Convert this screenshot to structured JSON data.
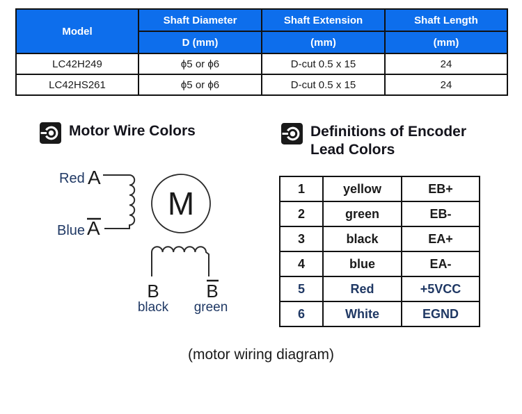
{
  "colors": {
    "header_blue": "#0d6eec",
    "navy_text": "#1f3864",
    "border_black": "#111111"
  },
  "spec_table": {
    "header": {
      "model": "Model",
      "col1_title": "Shaft Diameter",
      "col1_sub": "D (mm)",
      "col2_title": "Shaft Extension",
      "col2_sub": "(mm)",
      "col3_title": "Shaft Length",
      "col3_sub": "(mm)"
    },
    "rows": [
      [
        "LC42H249",
        "ϕ5 or ϕ6",
        "D-cut 0.5 x 15",
        "24"
      ],
      [
        "LC42HS261",
        "ϕ5 or ϕ6",
        "D-cut 0.5 x 15",
        "24"
      ]
    ]
  },
  "sections": {
    "motor_wire_title": "Motor Wire Colors",
    "encoder_title_line1": "Definitions of Encoder",
    "encoder_title_line2": "Lead Colors"
  },
  "wiring_diagram": {
    "phase_a_pos_color": "Red",
    "phase_a_pos_terminal": "A",
    "phase_a_neg_color": "Blue",
    "phase_a_neg_terminal": "A",
    "motor_letter": "M",
    "phase_b_pos_terminal": "B",
    "phase_b_neg_terminal": "B",
    "phase_b_pos_color": "black",
    "phase_b_neg_color": "green"
  },
  "encoder_table": {
    "rows": [
      {
        "pin": "1",
        "color": "yellow",
        "signal": "EB+"
      },
      {
        "pin": "2",
        "color": "green",
        "signal": "EB-"
      },
      {
        "pin": "3",
        "color": "black",
        "signal": "EA+"
      },
      {
        "pin": "4",
        "color": "blue",
        "signal": "EA-"
      },
      {
        "pin": "5",
        "color": "Red",
        "signal": "+5VCC"
      },
      {
        "pin": "6",
        "color": "White",
        "signal": "EGND"
      }
    ]
  },
  "caption": "(motor wiring diagram)"
}
